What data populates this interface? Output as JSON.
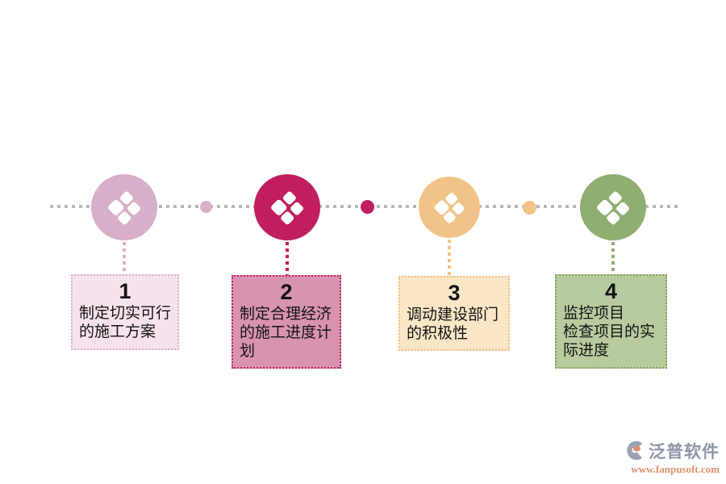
{
  "diagram": {
    "type": "process-timeline",
    "orientation": "horizontal",
    "timeline_color": "#b9b9b9",
    "icon": "diamond-cluster-icon",
    "steps": [
      {
        "number": "1",
        "text": "制定切实可行的施工方案",
        "circle_color": "#d9aec8",
        "box_background": "#f6e2ec",
        "box_border": "#d9aec8"
      },
      {
        "number": "2",
        "text": "制定合理经济的施工进度计划",
        "circle_color": "#c11e5f",
        "box_background": "#d893b1",
        "box_border": "#c11e5f"
      },
      {
        "number": "3",
        "text": "调动建设部门的积极性",
        "circle_color": "#f2c388",
        "box_background": "#fbe6c5",
        "box_border": "#efc089"
      },
      {
        "number": "4",
        "text": "监控项目\n检查项目的实际进度",
        "circle_color": "#8fae71",
        "box_background": "#b7cb9f",
        "box_border": "#7fa356"
      }
    ],
    "mid_dot_colors": [
      "#d9aec8",
      "#c11e5f",
      "#f2c388"
    ],
    "text_color": "#141414"
  },
  "watermark": {
    "brand": "泛普软件",
    "url": "www.fanpusoft.com",
    "brand_color": "#8d96a8",
    "url_color": "#df906b"
  }
}
